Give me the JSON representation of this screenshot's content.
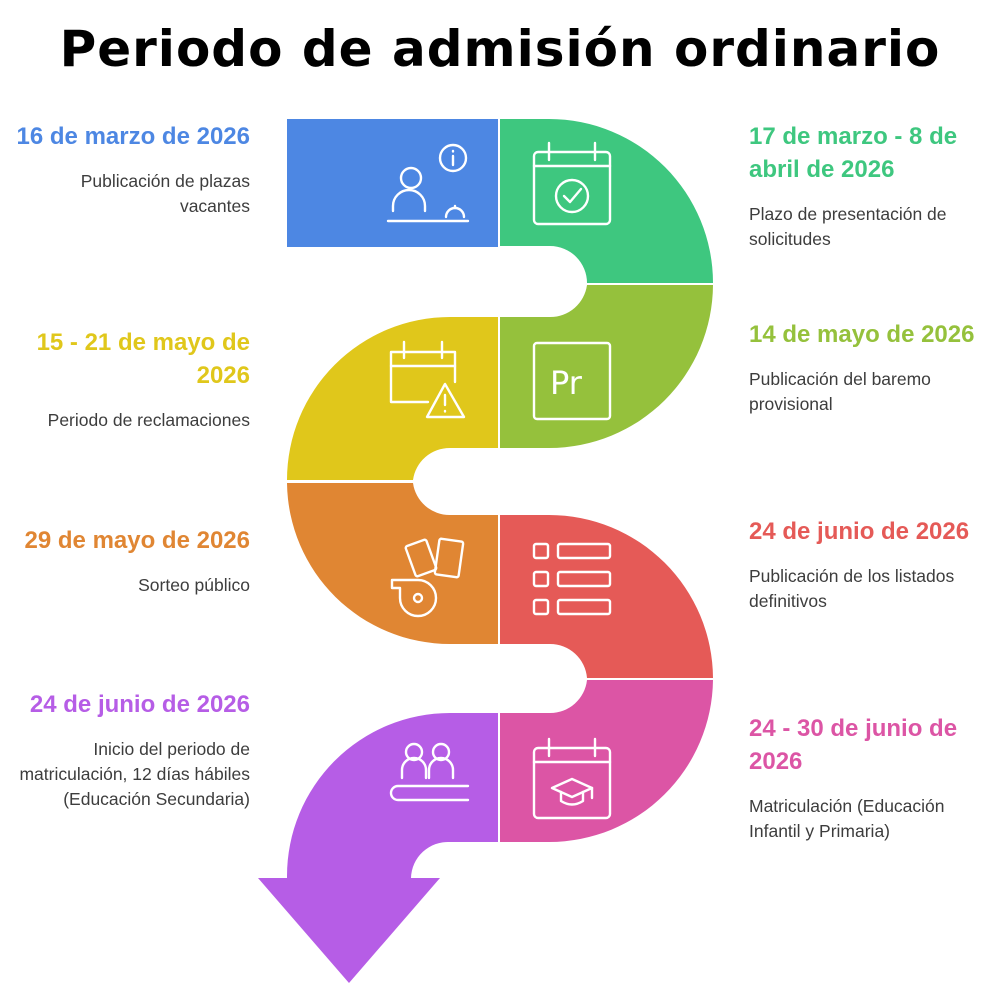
{
  "title": "Periodo de admisión ordinario",
  "steps": [
    {
      "date": "16 de marzo de 2026",
      "desc": "Publicación de plazas vacantes",
      "color": "#4d87e3",
      "icon": "receptionist-info-icon"
    },
    {
      "date": "17 de marzo - 8 de abril de 2026",
      "desc": "Plazo de presentación de solicitudes",
      "color": "#3ec77f",
      "icon": "calendar-check-icon"
    },
    {
      "date": "14 de mayo de 2026",
      "desc": "Publicación del baremo provisional",
      "color": "#95c13c",
      "icon": "document-pr-icon"
    },
    {
      "date": "15 - 21 de mayo de 2026",
      "desc": "Periodo de reclamaciones",
      "color": "#e0c71b",
      "icon": "calendar-warning-icon"
    },
    {
      "date": "29 de mayo de 2026",
      "desc": "Sorteo público",
      "color": "#e08633",
      "icon": "whistle-cards-icon"
    },
    {
      "date": "24 de junio de 2026",
      "desc": "Publicación de los listados definitivos",
      "color": "#e55a57",
      "icon": "list-icon"
    },
    {
      "date": "24 - 30 de junio de 2026",
      "desc": "Matriculación (Educación Infantil y Primaria)",
      "color": "#dc55a5",
      "icon": "calendar-graduation-icon"
    },
    {
      "date": "24 de junio de 2026",
      "desc": "Inicio del periodo de matriculación,  12 días hábiles (Educación Secundaria)",
      "color": "#b65de6",
      "icon": "group-icon"
    }
  ],
  "icon_text": {
    "document_letters": "Pr"
  }
}
